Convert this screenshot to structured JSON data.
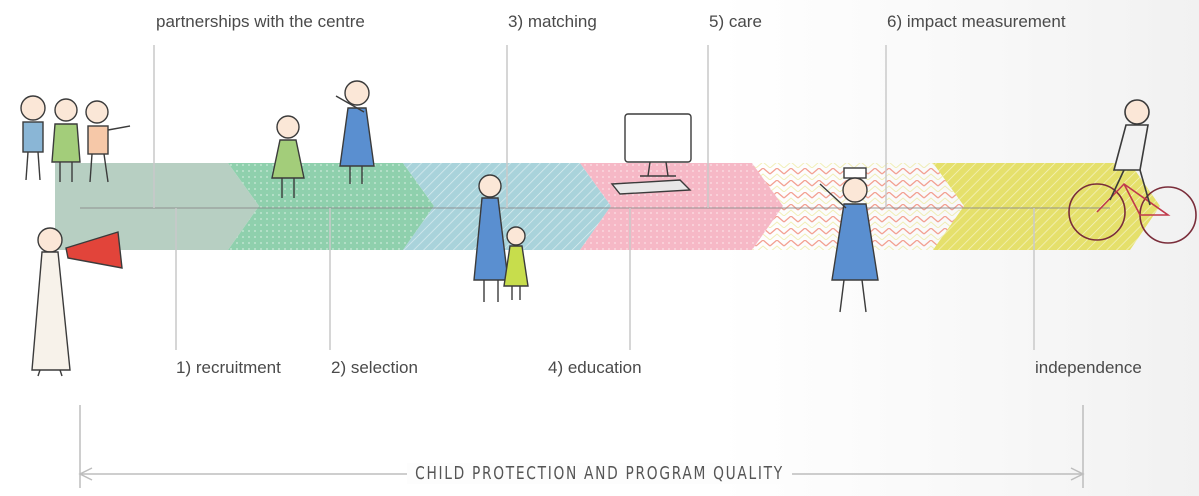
{
  "stages_top": [
    {
      "id": "partnerships",
      "label": "partnerships with the centre"
    },
    {
      "id": "matching",
      "label": "3) matching"
    },
    {
      "id": "care",
      "label": "5) care"
    },
    {
      "id": "impact",
      "label": "6) impact measurement"
    }
  ],
  "stages_bottom": [
    {
      "id": "recruitment",
      "label": "1) recruitment"
    },
    {
      "id": "selection",
      "label": "2) selection"
    },
    {
      "id": "education",
      "label": "4) education"
    },
    {
      "id": "independence",
      "label": "independence"
    }
  ],
  "footer": {
    "label": "CHILD PROTECTION AND PROGRAM QUALITY"
  },
  "colors": {
    "grey_green": "#b7cfc2",
    "mint": "#8fd0ad",
    "light_blue": "#a9d3db",
    "pink": "#f6b8c6",
    "coral_zigzag": "#f08a78",
    "yellow": "#e5e06b",
    "line": "#c9c9c9"
  }
}
